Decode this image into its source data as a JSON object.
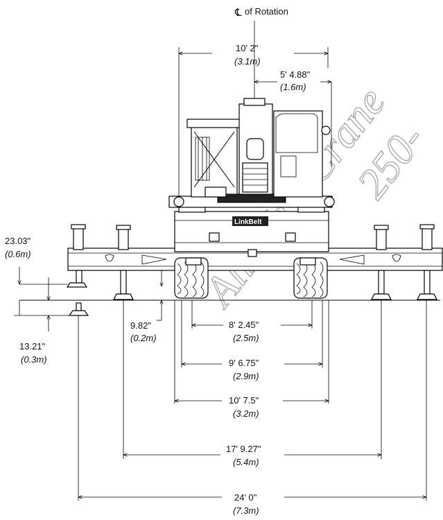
{
  "title": "of Rotation",
  "centerline_symbol": "℄",
  "brand": "LinkBelt",
  "watermark": {
    "line1": "All-West Crane",
    "line2": "250-"
  },
  "dimensions": {
    "top_width": {
      "imperial": "10' 2\"",
      "metric": "(3.1m)"
    },
    "rotation_offset": {
      "imperial": "5' 4.88\"",
      "metric": "(1.6m)"
    },
    "deck_height": {
      "imperial": "23.03\"",
      "metric": "(0.6m)"
    },
    "pad_drop": {
      "imperial": "13.21\"",
      "metric": "(0.3m)"
    },
    "ground_clear": {
      "imperial": "9.82\"",
      "metric": "(0.2m)"
    },
    "track_gauge": {
      "imperial": "8' 2.45\"",
      "metric": "(2.5m)"
    },
    "track_width": {
      "imperial": "9' 6.75\"",
      "metric": "(2.9m)"
    },
    "carbody_width": {
      "imperial": "10' 7.5\"",
      "metric": "(3.2m)"
    },
    "inner_outrigger": {
      "imperial": "17' 9.27\"",
      "metric": "(5.4m)"
    },
    "outer_outrigger": {
      "imperial": "24' 0\"",
      "metric": "(7.3m)"
    }
  }
}
